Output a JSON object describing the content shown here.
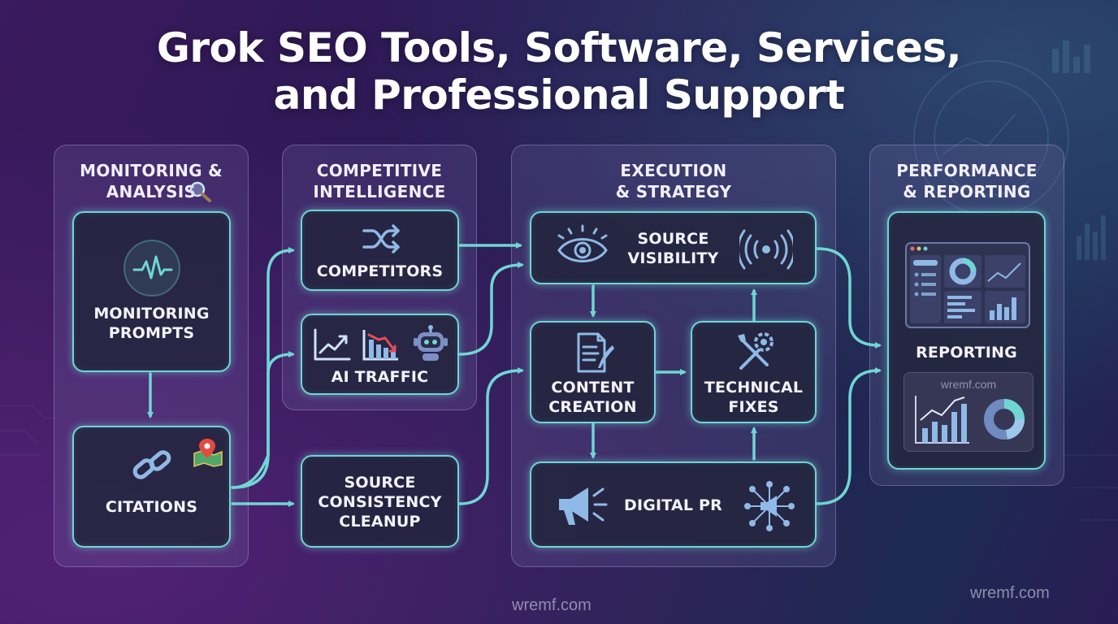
{
  "title": {
    "line1": "Grok SEO Tools, Software, Services,",
    "line2": "and Professional Support"
  },
  "columns": [
    {
      "id": "monitoring",
      "heading": "MONITORING &\nANALYSIS"
    },
    {
      "id": "competitive",
      "heading": "COMPETITIVE\nINTELLIGENCE"
    },
    {
      "id": "execution",
      "heading": "EXECUTION\n& STRATEGY"
    },
    {
      "id": "performance",
      "heading": "PERFORMANCE\n& REPORTING"
    }
  ],
  "nodes": {
    "monitoring_prompts": "MONITORING\nPROMPTS",
    "citations": "CITATIONS",
    "competitors": "COMPETITORS",
    "ai_traffic": "AI TRAFFIC",
    "source_consistency": "SOURCE\nCONSISTENCY\nCLEANUP",
    "source_visibility": "SOURCE\nVISIBILITY",
    "content_creation": "CONTENT\nCREATION",
    "technical_fixes": "TECHNICAL\nFIXES",
    "digital_pr": "DIGITAL PR",
    "reporting": "REPORTING"
  },
  "report_panel_url": "wremf.com",
  "watermarks": {
    "center": "wremf.com",
    "right": "wremf.com"
  },
  "colors": {
    "accent": "#6fd6d3",
    "node_bg": "#22243c",
    "column_bg": "#786eaa",
    "text": "#f4f2fb"
  },
  "icons": {
    "monitoring_heading": "magnifier-icon",
    "monitoring_prompts": "pulse-icon",
    "citations": "chain-link-icon",
    "citations_extra": "map-pin-icon",
    "competitors": "shuffle-icon",
    "ai_traffic": [
      "trend-up-chart-icon",
      "trend-down-chart-icon",
      "robot-icon"
    ],
    "source_visibility": [
      "eye-icon",
      "signal-waves-icon"
    ],
    "content_creation": "document-quill-icon",
    "technical_fixes": "wrench-gear-icon",
    "digital_pr": [
      "megaphone-icon",
      "network-megaphone-icon"
    ],
    "reporting": "dashboard-icon"
  }
}
